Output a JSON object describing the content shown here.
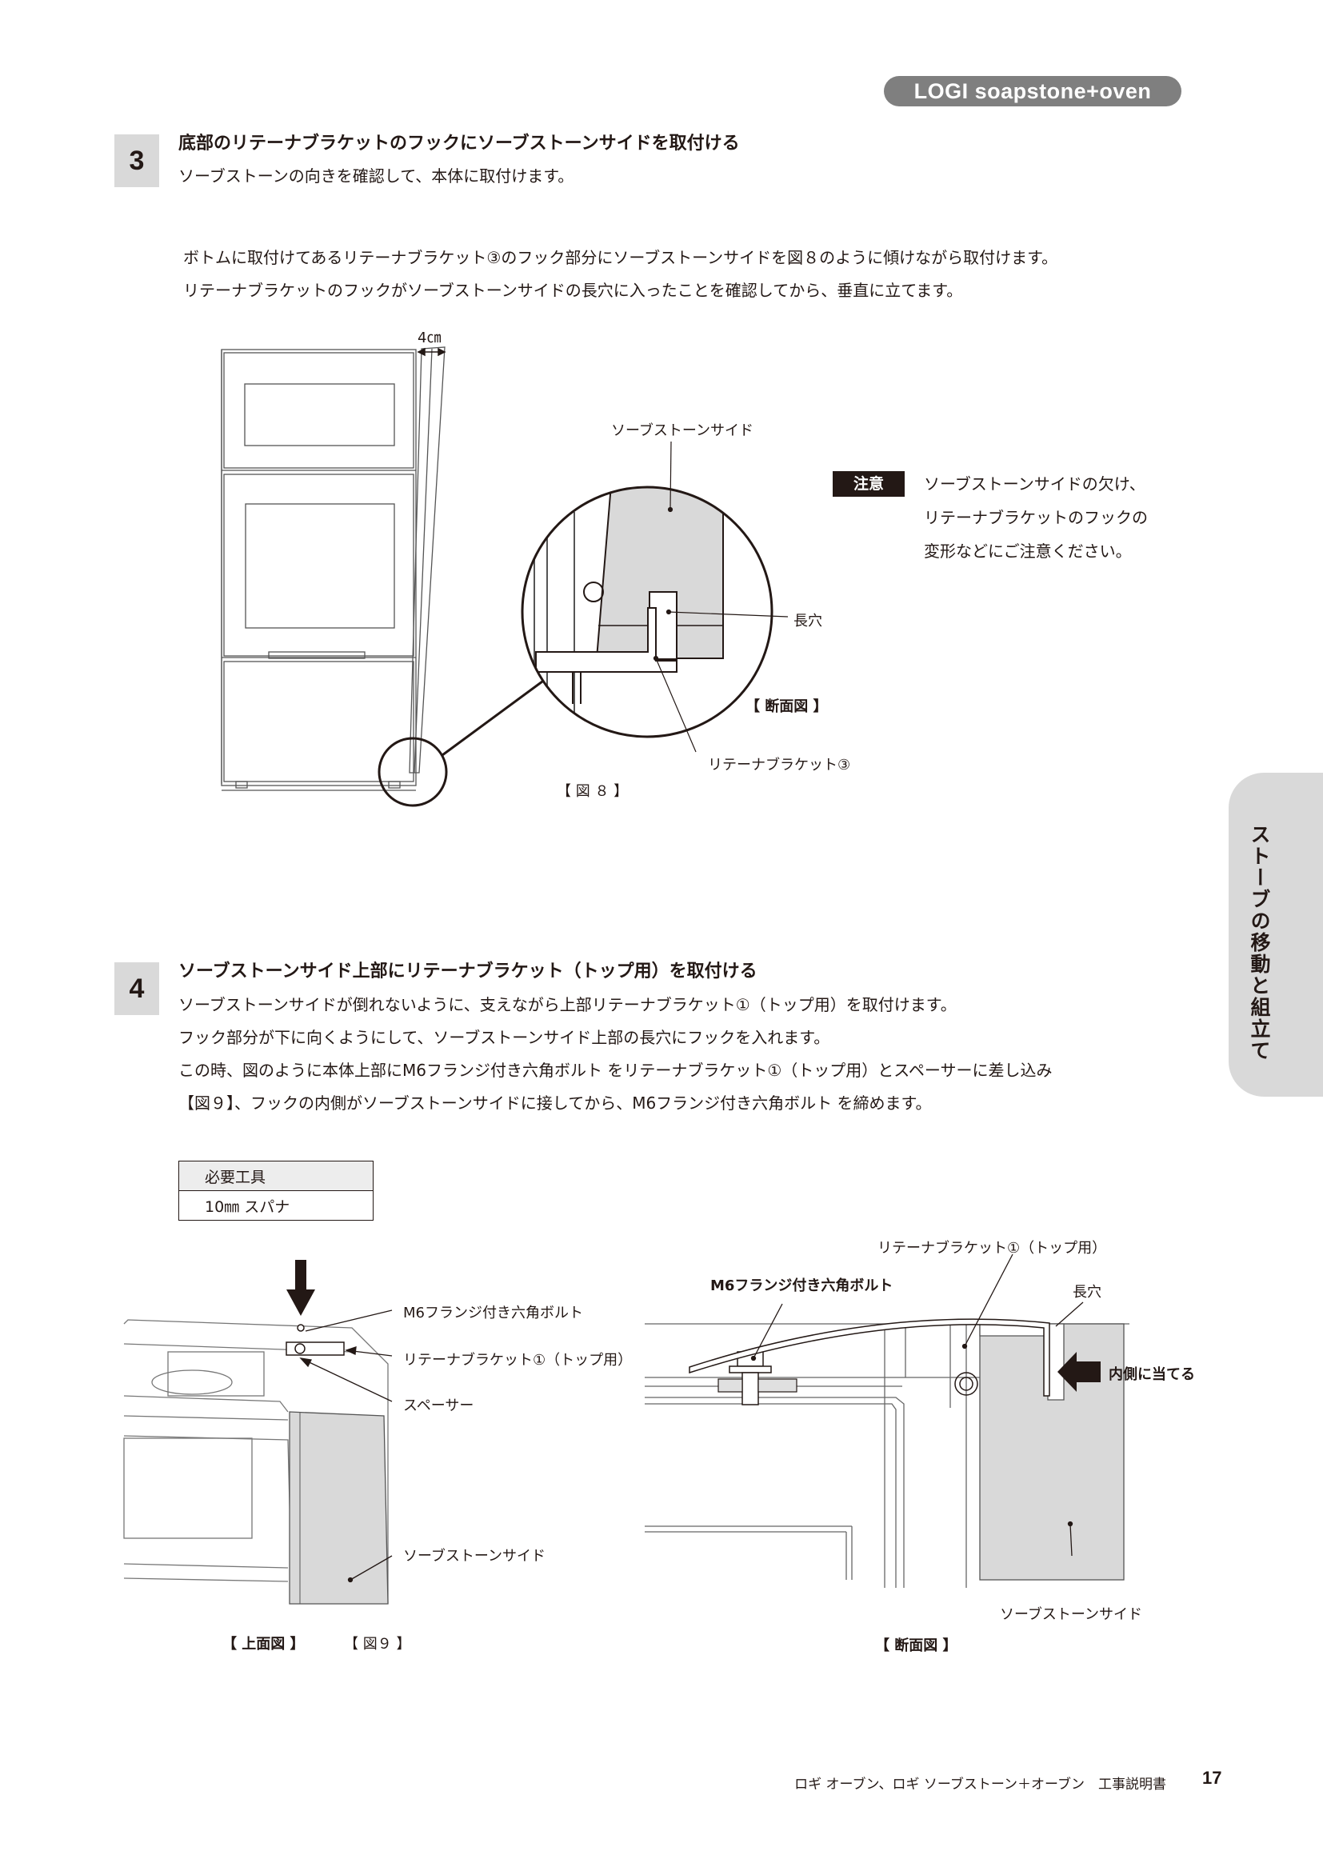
{
  "header": {
    "brand": "LOGI soapstone+oven"
  },
  "step3": {
    "number": "3",
    "title": "底部のリテーナブラケットのフックにソーブストーンサイドを取付ける",
    "subtitle": "ソーブストーンの向きを確認して、本体に取付けます。",
    "body": [
      "ボトムに取付けてあるリテーナブラケット③のフック部分にソーブストーンサイドを図８のように傾けながら取付けます。",
      "リテーナブラケットのフックがソーブストーンサイドの長穴に入ったことを確認してから、垂直に立てます。"
    ],
    "labels": {
      "gap": "4㎝",
      "soapstone_side": "ソーブストーンサイド",
      "slot": "長穴",
      "section": "【 断面図 】",
      "retainer3": "リテーナブラケット③",
      "figure": "【 図 ８ 】"
    },
    "caution": {
      "badge": "注意",
      "lines": [
        "ソーブストーンサイドの欠け、",
        "リテーナブラケットのフックの",
        "変形などにご注意ください。"
      ]
    }
  },
  "step4": {
    "number": "4",
    "title": "ソーブストーンサイド上部にリテーナブラケット（トップ用）を取付ける",
    "body": [
      "ソーブストーンサイドが倒れないように、支えながら上部リテーナブラケット①（トップ用）を取付けます。",
      "フック部分が下に向くようにして、ソーブストーンサイド上部の長穴にフックを入れます。",
      "この時、図のように本体上部にM6フランジ付き六角ボルト をリテーナブラケット①（トップ用）とスペーサーに差し込み",
      "【図９】、フックの内側がソーブストーンサイドに接してから、M6フランジ付き六角ボルト を締めます。"
    ],
    "tools": {
      "header": "必要工具",
      "item": "10㎜ スパナ"
    },
    "labels": {
      "bolt": "M6フランジ付き六角ボルト",
      "retainer1": "リテーナブラケット①（トップ用）",
      "spacer": "スペーサー",
      "soapstone_side": "ソーブストーンサイド",
      "top_view": "【 上面図 】",
      "figure": "【 図９ 】",
      "retainer1_r": "リテーナブラケット①（トップ用）",
      "bolt_r": "M6フランジ付き六角ボルト",
      "slot_r": "長穴",
      "press_inside": "内側に当てる",
      "soapstone_side_r": "ソーブストーンサイド",
      "section_r": "【 断面図 】"
    }
  },
  "side_tab": {
    "label": "ストーブの移動と組立て"
  },
  "footer": {
    "text": "ロギ オーブン、ロギ ソーブストーン＋オーブン　工事説明書",
    "page": "17"
  }
}
